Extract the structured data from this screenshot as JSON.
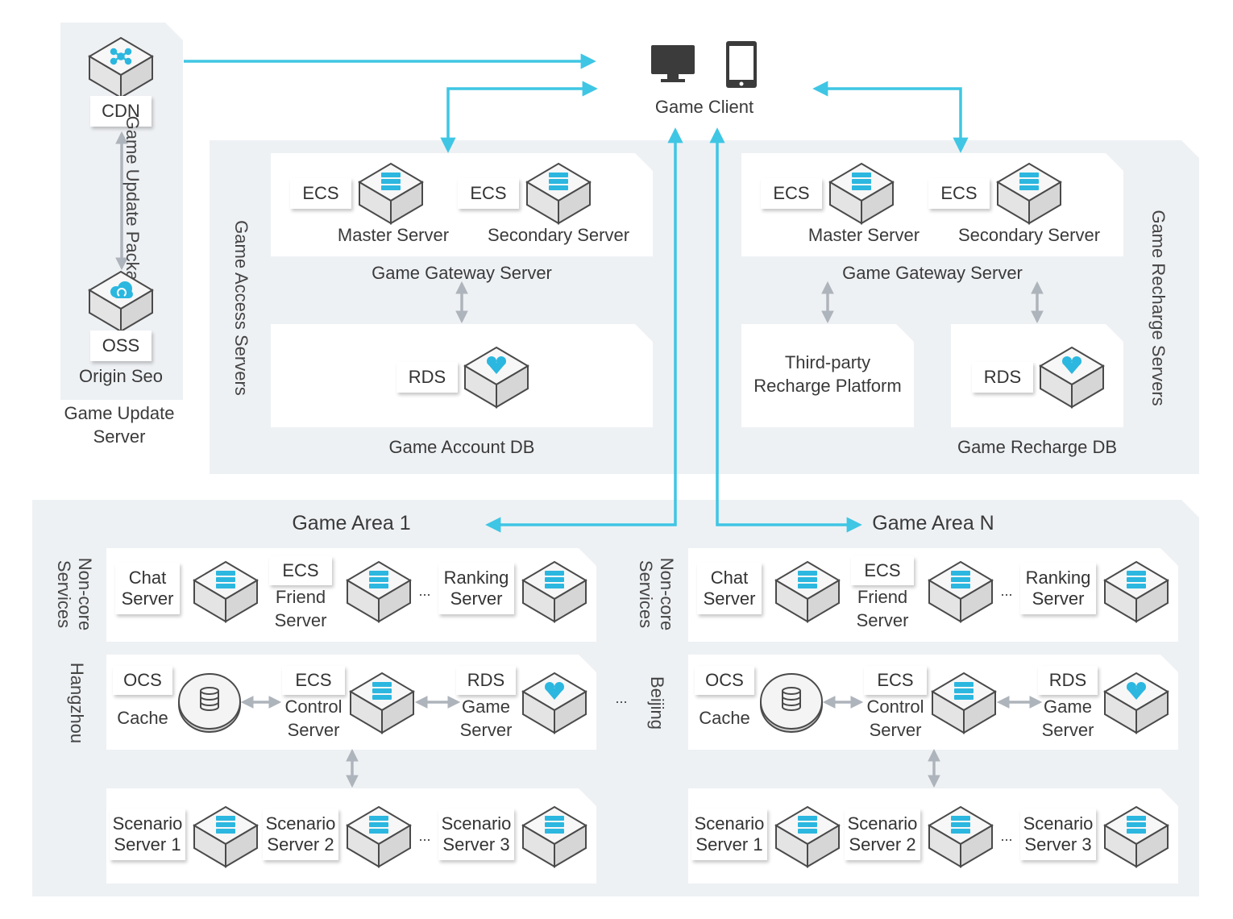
{
  "colors": {
    "accent": "#3fc6e4",
    "gray_arrow": "#aeb4bb",
    "region_bg": "#eef1f4"
  },
  "update": {
    "cdn": "CDN",
    "package": "Game Update Package",
    "oss": "OSS",
    "origin": "Origin Seo",
    "title_line1": "Game Update",
    "title_line2": "Server"
  },
  "client": {
    "label": "Game Client"
  },
  "access": {
    "side_label": "Game  Access Servers",
    "ecs_a": "ECS",
    "ecs_b": "ECS",
    "master": "Master Server",
    "secondary": "Secondary Server",
    "gateway": "Game Gateway Server",
    "rds": "RDS",
    "account_db": "Game Account DB"
  },
  "recharge": {
    "side_label": "Game  Recharge Servers",
    "ecs_a": "ECS",
    "ecs_b": "ECS",
    "master": "Master Server",
    "secondary": "Secondary Server",
    "gateway": "Game Gateway Server",
    "platform_line1": "Third-party",
    "platform_line2": "Recharge Platform",
    "rds": "RDS",
    "db": "Game  Recharge DB"
  },
  "ellipsis": "...",
  "areas": [
    {
      "title": "Game Area 1",
      "noncore": "Non-core Services",
      "region": "Hangzhou",
      "chat_l1": "Chat",
      "chat_l2": "Server",
      "ecs": "ECS",
      "friend_l1": "Friend",
      "friend_l2": "Server",
      "rank_l1": "Ranking",
      "rank_l2": "Server",
      "ocs": "OCS",
      "cache": "Cache",
      "ecs2": "ECS",
      "control_l1": "Control",
      "control_l2": "Server",
      "rds": "RDS",
      "game_l1": "Game",
      "game_l2": "Server",
      "sc": "Scenario",
      "s1": "Server 1",
      "s2": "Server 2",
      "s3": "Server 3"
    },
    {
      "title": "Game Area N",
      "noncore": "Non-core Services",
      "region": "Beijing",
      "chat_l1": "Chat",
      "chat_l2": "Server",
      "ecs": "ECS",
      "friend_l1": "Friend",
      "friend_l2": "Server",
      "rank_l1": "Ranking",
      "rank_l2": "Server",
      "ocs": "OCS",
      "cache": "Cache",
      "ecs2": "ECS",
      "control_l1": "Control",
      "control_l2": "Server",
      "rds": "RDS",
      "game_l1": "Game",
      "game_l2": "Server",
      "sc": "Scenario",
      "s1": "Server 1",
      "s2": "Server 2",
      "s3": "Server 3"
    }
  ]
}
